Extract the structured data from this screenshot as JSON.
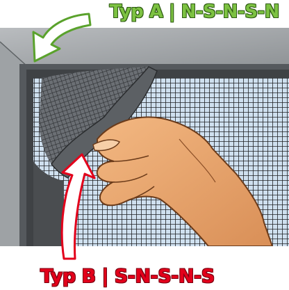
{
  "labels": {
    "type_a": "Typ A | N-S-N-S-N",
    "type_b": "Typ B | S-N-S-N-S"
  },
  "colors": {
    "type_a": "#7dc242",
    "type_b": "#e3001b",
    "frame": "#5a5e62",
    "mesh": "#1f2124",
    "hand": "#eaa46d"
  },
  "icons": {
    "arrow_a": "curved-arrow-down-left",
    "arrow_b": "curved-arrow-up"
  }
}
